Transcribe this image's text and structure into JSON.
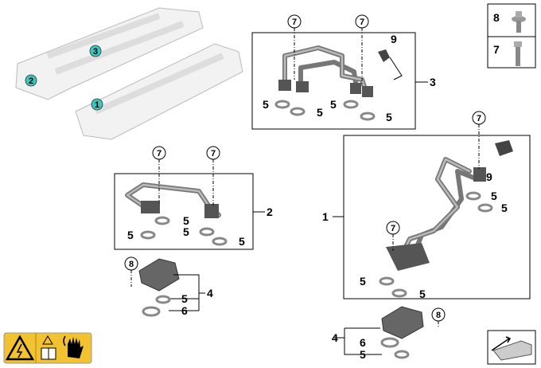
{
  "overview_markers": [
    "1",
    "2",
    "3"
  ],
  "parts": {
    "p1": "1",
    "p2": "2",
    "p3": "3",
    "p4": "4",
    "p5": "5",
    "p6": "6",
    "p7": "7",
    "p8": "8",
    "p9": "9"
  },
  "legend": {
    "item8": "8",
    "item7": "7"
  },
  "colors": {
    "marker": "#3cc6c0",
    "warning": "#f2c230"
  },
  "warning_icons": [
    "high-voltage-icon",
    "read-manual-icon",
    "electric-shock-hand-icon"
  ]
}
